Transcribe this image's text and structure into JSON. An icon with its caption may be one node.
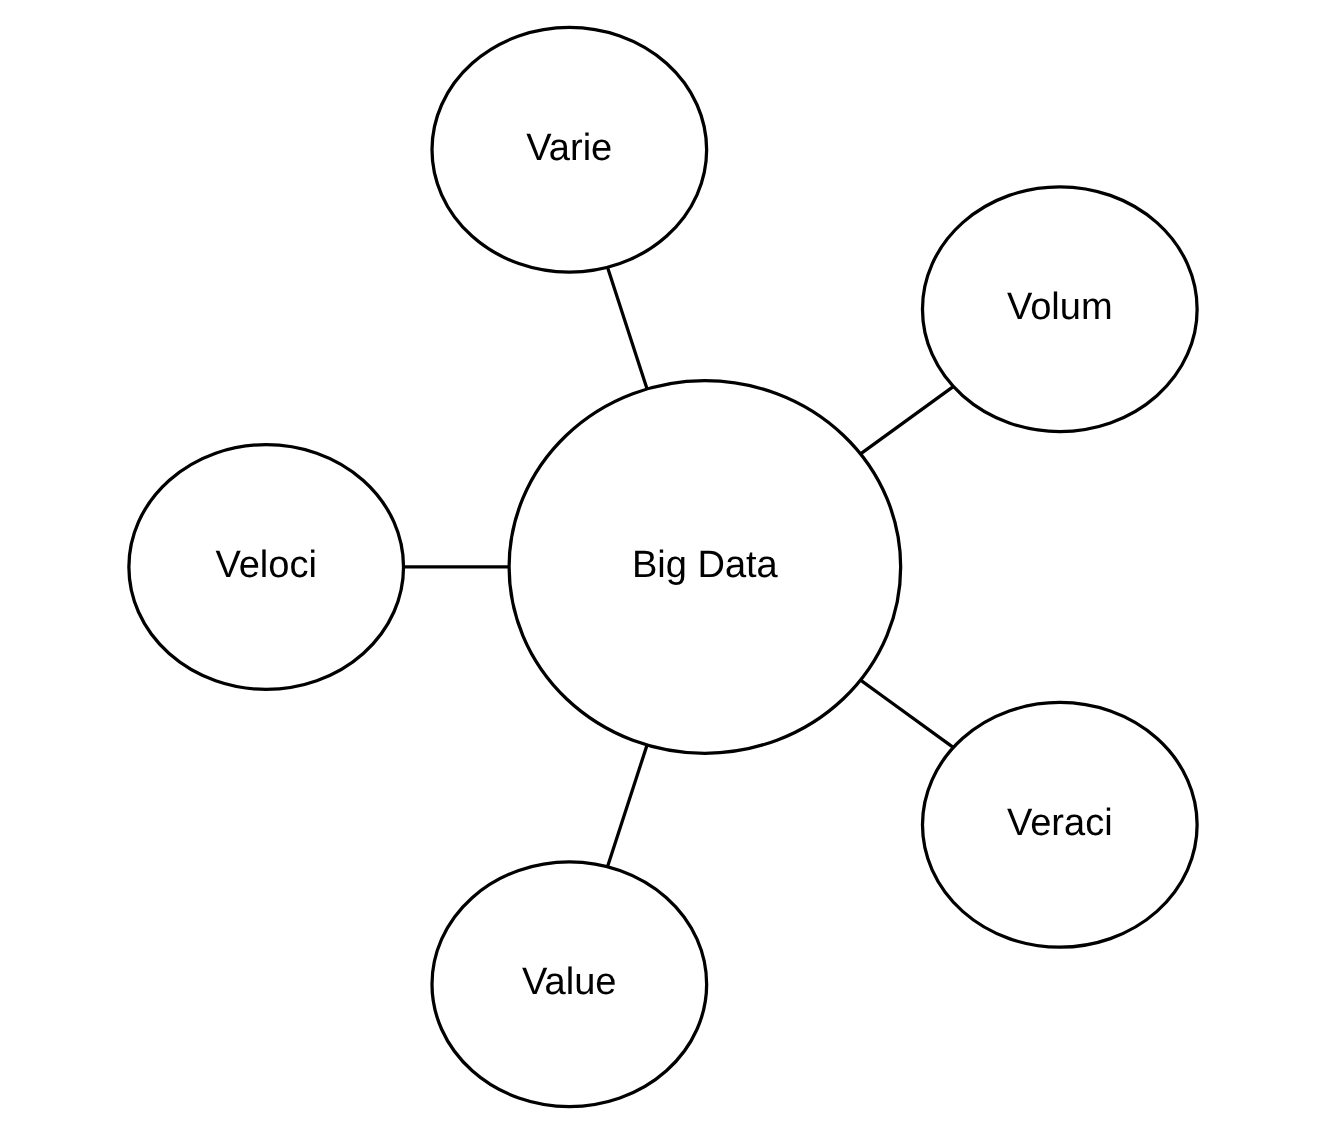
{
  "diagram": {
    "nodes": [
      {
        "text": [
          "Volum"
        ]
      },
      {
        "text": [
          "Varie"
        ]
      },
      {
        "text": [
          "Veloci"
        ]
      },
      {
        "text": [
          "Big Data"
        ]
      },
      {
        "text": [
          "Value"
        ]
      },
      {
        "text": [
          "Veraci"
        ]
      }
    ],
    "edges": [
      {
        "from": 3,
        "to": 0,
        "arrow": "none"
      },
      {
        "from": 3,
        "to": 1,
        "arrow": "none"
      },
      {
        "from": 3,
        "to": 2,
        "arrow": "none"
      },
      {
        "from": 3,
        "to": 4,
        "arrow": "none"
      },
      {
        "from": 3,
        "to": 5,
        "arrow": "none"
      }
    ]
  }
}
